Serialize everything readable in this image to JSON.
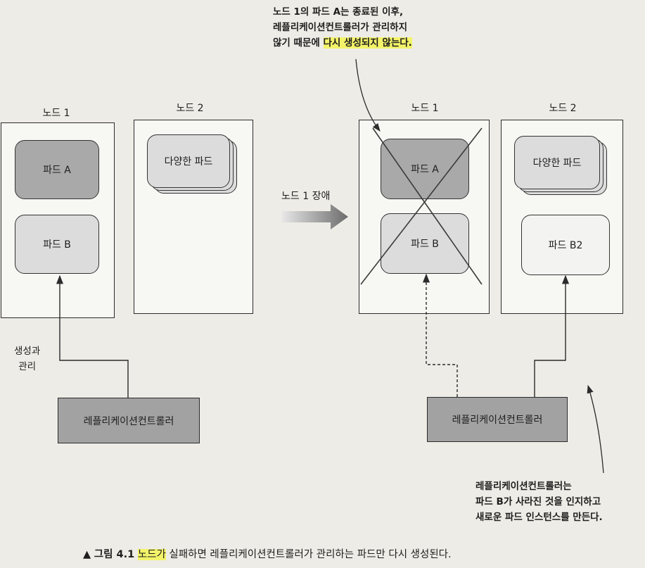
{
  "top_callout": {
    "line1": "노드 1의 파드 A는 종료된 이후,",
    "line2": "레플리케이션컨트롤러가 관리하지",
    "line3_plain": "않기 때문에 ",
    "line3_highlight": "다시 생성되지 않는다."
  },
  "left": {
    "node1_label": "노드 1",
    "node2_label": "노드 2",
    "pod_a": "파드 A",
    "pod_b": "파드 B",
    "pods_various": "다양한 파드",
    "create_manage_line1": "생성과",
    "create_manage_line2": "관리",
    "rc_label": "레플리케이션컨트롤러"
  },
  "transition": {
    "label": "노드 1 장애"
  },
  "right": {
    "node1_label": "노드 1",
    "node2_label": "노드 2",
    "pod_a": "파드 A",
    "pod_b": "파드 B",
    "pods_various": "다양한 파드",
    "pod_b2": "파드 B2",
    "rc_label": "레플리케이션컨트롤러"
  },
  "bottom_callout": {
    "line1": "레플리케이션컨트롤러는",
    "line2": "파드 B가 사라진 것을 인지하고",
    "line3": "새로운 파드 인스턴스를 만든다."
  },
  "caption": {
    "figure_label": "그림 4.1",
    "text_highlight": "노드가",
    "text_rest": " 실패하면 레플리케이션컨트롤러가 관리하는 파드만 다시 생성된다."
  },
  "colors": {
    "pod_dark": "#a9a9a9",
    "pod_light": "#dcdcdc",
    "controller": "#a2a2a2",
    "highlight": "#f3f36a"
  }
}
